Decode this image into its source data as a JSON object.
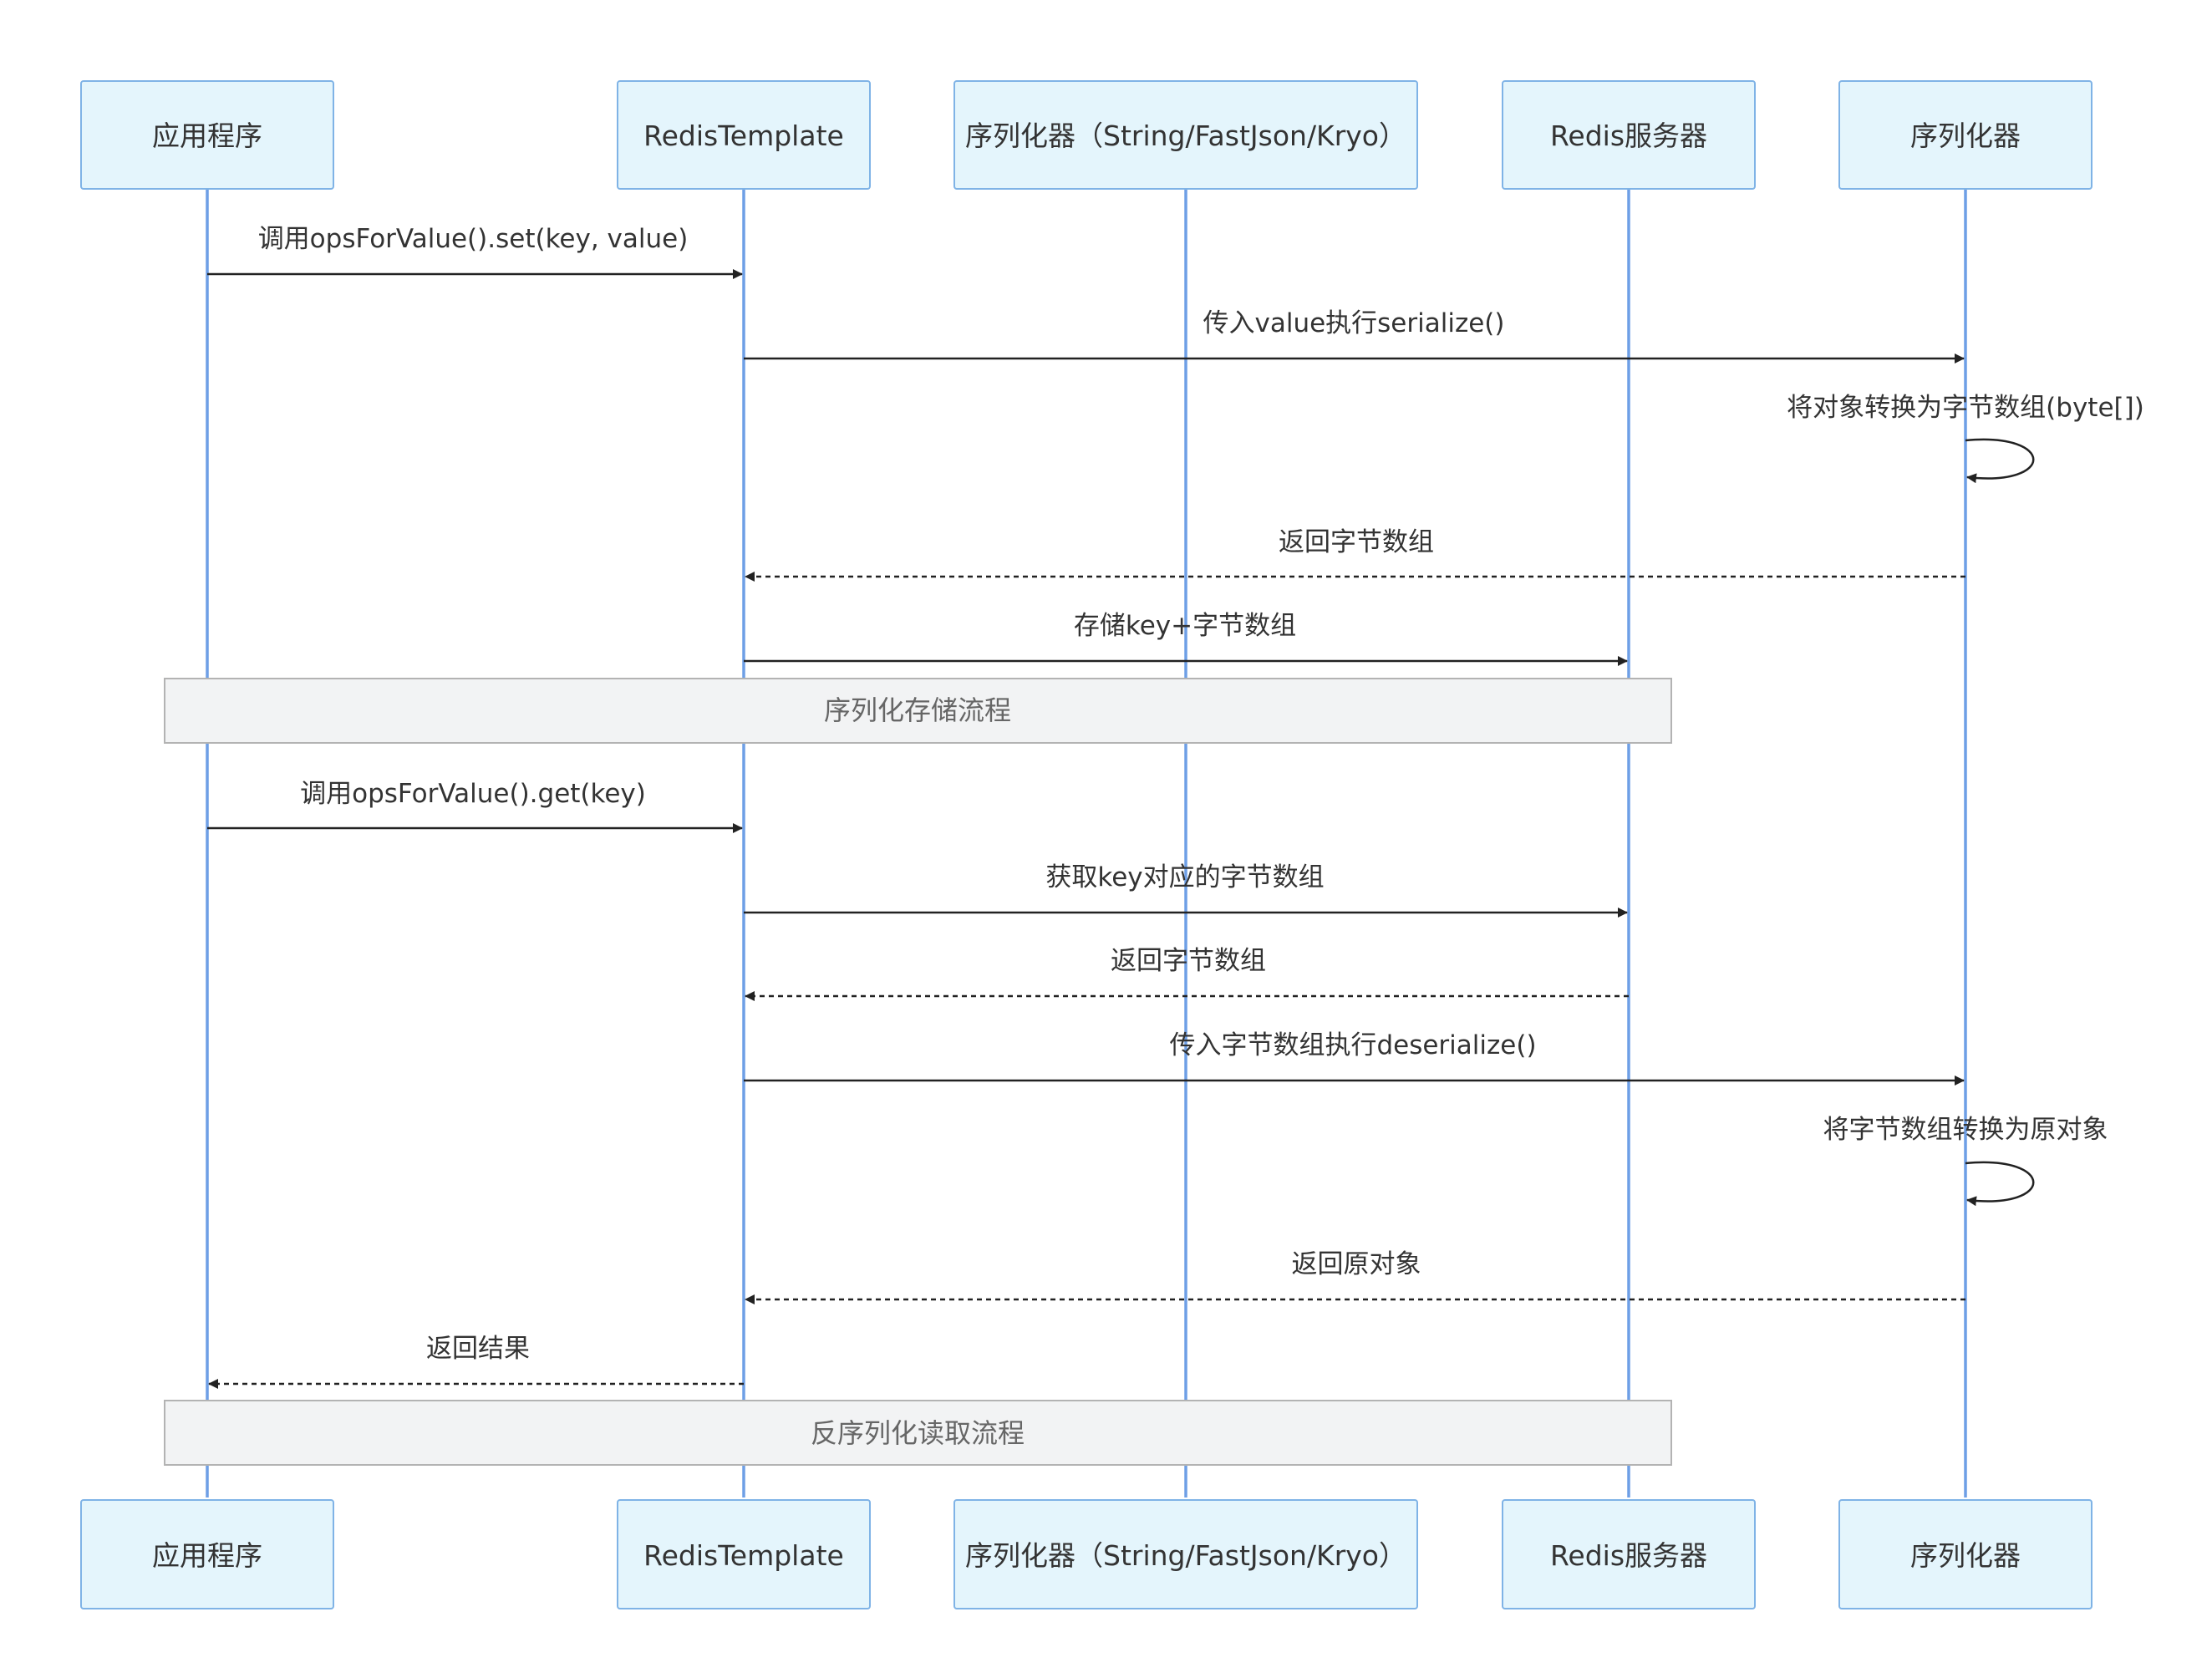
{
  "participants": [
    {
      "id": "app",
      "label": "应用程序"
    },
    {
      "id": "tpl",
      "label": "RedisTemplate"
    },
    {
      "id": "ser1",
      "label": "序列化器（String/FastJson/Kryo）"
    },
    {
      "id": "redis",
      "label": "Redis服务器"
    },
    {
      "id": "ser2",
      "label": "序列化器"
    }
  ],
  "messages": [
    {
      "from": "app",
      "to": "tpl",
      "label": "调用opsForValue().set(key, value)",
      "style": "solid"
    },
    {
      "from": "tpl",
      "to": "ser2",
      "label": "传入value执行serialize()",
      "style": "solid"
    },
    {
      "from": "ser2",
      "to": "ser2",
      "label": "将对象转换为字节数组(byte[])",
      "style": "self"
    },
    {
      "from": "ser2",
      "to": "tpl",
      "label": "返回字节数组",
      "style": "dashed"
    },
    {
      "from": "tpl",
      "to": "redis",
      "label": "存储key+字节数组",
      "style": "solid"
    },
    {
      "from": "tpl",
      "to": "app",
      "label": "调用opsForValue().get(key)",
      "style": "solid",
      "reverse": true
    },
    {
      "from": "tpl",
      "to": "redis",
      "label": "获取key对应的字节数组",
      "style": "solid"
    },
    {
      "from": "redis",
      "to": "tpl",
      "label": "返回字节数组",
      "style": "dashed"
    },
    {
      "from": "tpl",
      "to": "ser2",
      "label": "传入字节数组执行deserialize()",
      "style": "solid"
    },
    {
      "from": "ser2",
      "to": "ser2",
      "label": "将字节数组转换为原对象",
      "style": "self"
    },
    {
      "from": "ser2",
      "to": "tpl",
      "label": "返回原对象",
      "style": "dashed"
    },
    {
      "from": "tpl",
      "to": "app",
      "label": "返回结果",
      "style": "dashed"
    }
  ],
  "notes": [
    {
      "label": "序列化存储流程"
    },
    {
      "label": "反序列化读取流程"
    }
  ]
}
